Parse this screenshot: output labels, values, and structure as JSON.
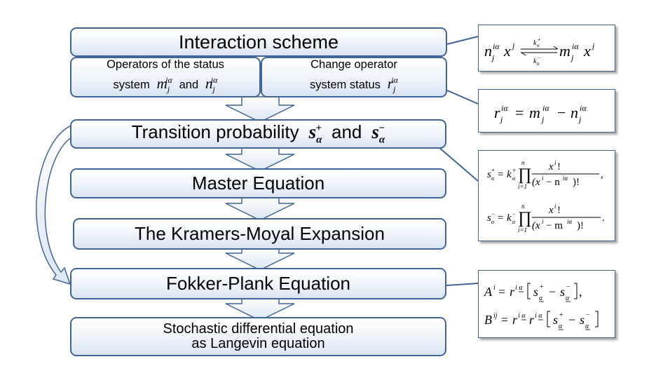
{
  "nodes": {
    "interaction": "Interaction scheme",
    "operators_line1": "Operators of the status",
    "operators_line2": "system",
    "operators_and": "and",
    "change_line1": "Change operator",
    "change_line2": "system status",
    "transition_text": "Transition probability",
    "transition_and": "and",
    "master": "Master Equation",
    "kramers": "The Kramers-Moyal Expansion",
    "fokker": "Fokker-Plank Equation",
    "sde_line1": "Stochastic differential equation",
    "sde_line2": "as Langevin equation"
  },
  "formulas": {
    "reaction": "n_j^{iα} x^j ⇄(k_α^+ / k_α^-) m_j^{iα} x^j",
    "r_def": "r_j^{iα} = m_j^{iα} − n_j^{iα}",
    "s_plus": "s_α^+ = k_α^+ ∏_{i=1}^{n} x^i! / (x^i − n^{iα})!,",
    "s_minus": "s_α^- = k_α^- ∏_{i=1}^{n} x^i! / (x^i − m^{iα})!.",
    "A": "A^i = r^{iα} [ s_α^+ − s_α^- ],",
    "B": "B^{ij} = r^{iα} r^{iα} [ s_α^+ − s_α^- ]"
  },
  "colors": {
    "border": "#41659a",
    "fill_top": "#ffffff",
    "fill_bottom": "#d9e4f3",
    "arrow_fill": "#e9eff8"
  }
}
